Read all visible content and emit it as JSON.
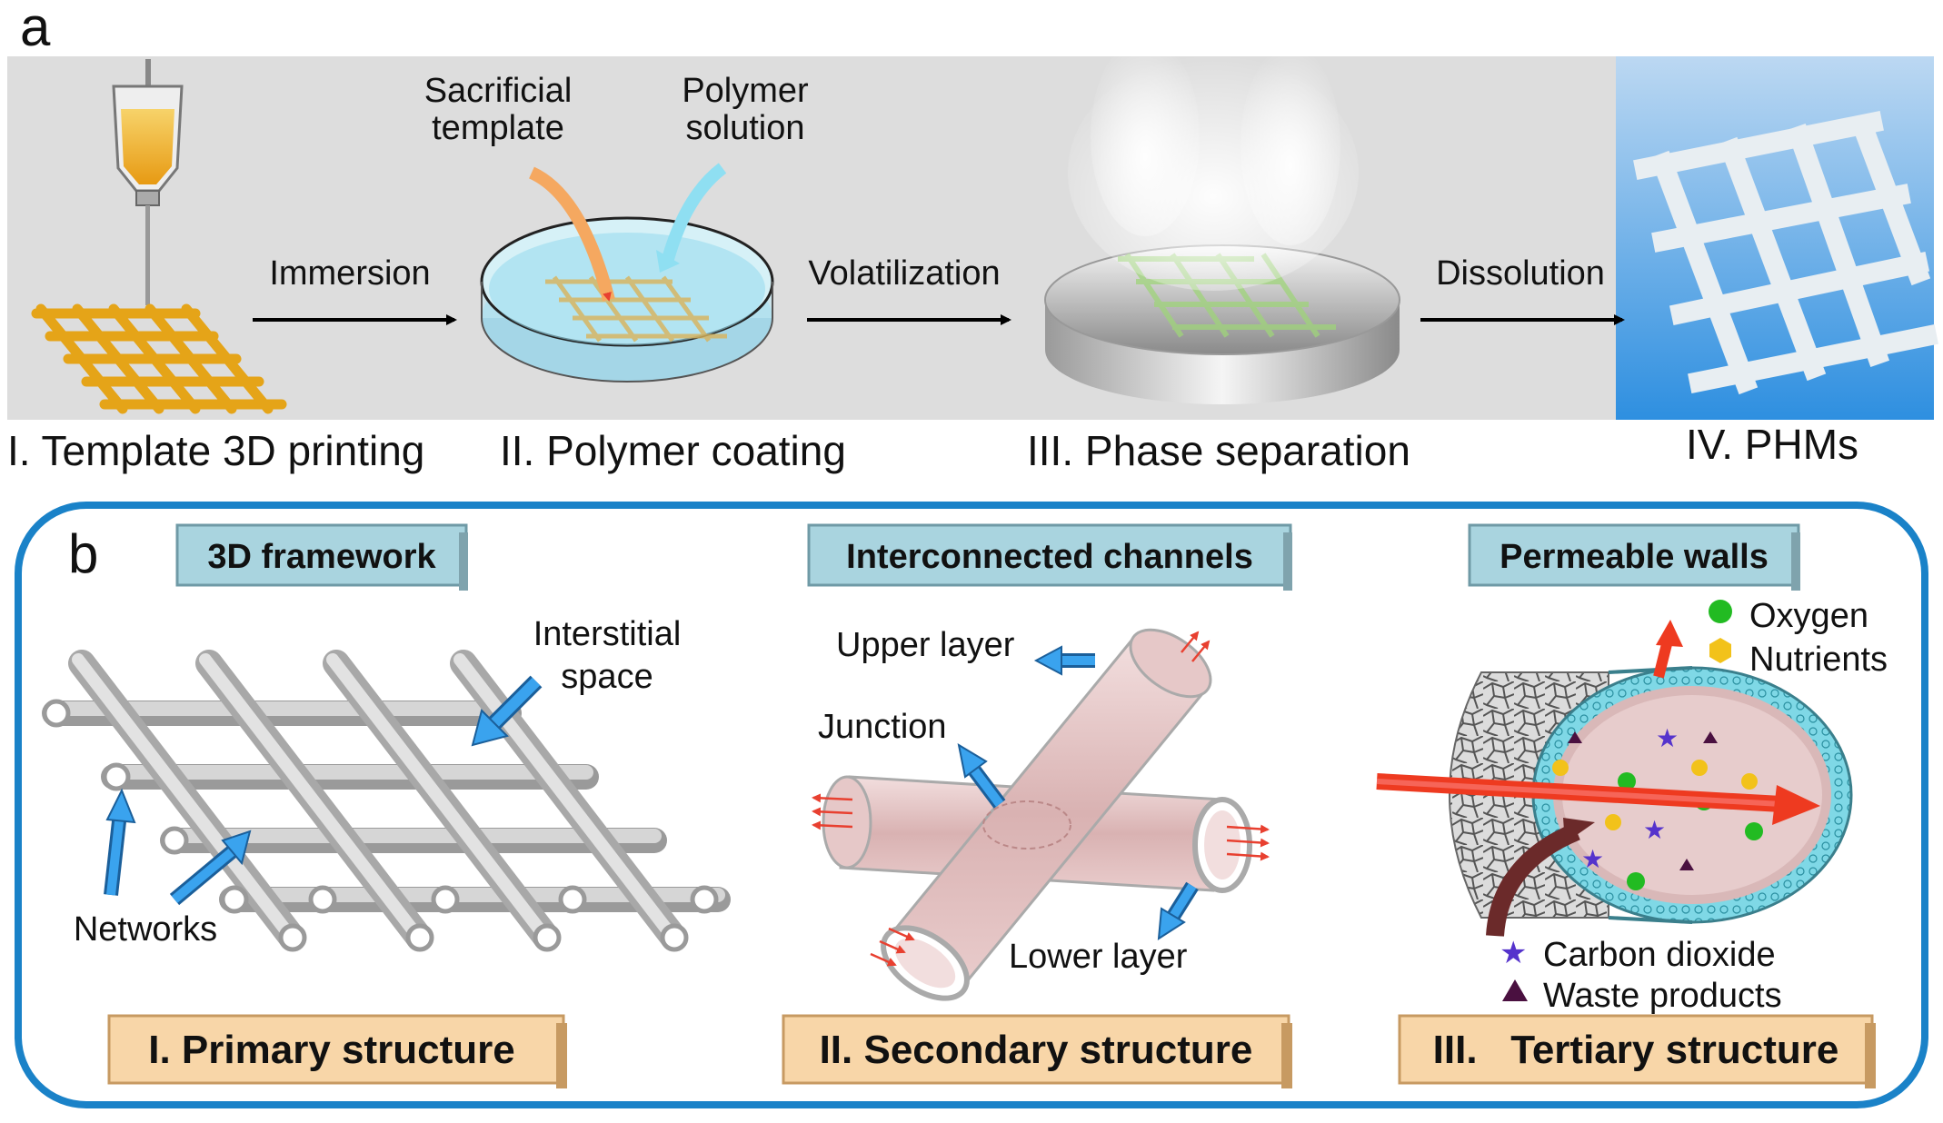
{
  "panel_a": {
    "letter": "a",
    "annotations": {
      "sacrificial": [
        "Sacrificial",
        "template"
      ],
      "polymer": [
        "Polymer",
        "solution"
      ]
    },
    "arrows": [
      "Immersion",
      "Volatilization",
      "Dissolution"
    ],
    "steps": [
      "I. Template 3D printing",
      "II. Polymer coating",
      "III. Phase separation",
      "IV. PHMs"
    ]
  },
  "panel_b": {
    "letter": "b",
    "columns": [
      {
        "header": "3D framework",
        "footer": "I. Primary structure",
        "labels": {
          "interstitial": [
            "Interstitial",
            "space"
          ],
          "networks": "Networks"
        }
      },
      {
        "header": "Interconnected channels",
        "footer": "II. Secondary structure",
        "labels": {
          "upper": "Upper layer",
          "junction": "Junction",
          "lower": "Lower layer"
        }
      },
      {
        "header": "Permeable walls",
        "footer": "III.   Tertiary structure",
        "legend": [
          {
            "label": "Oxygen",
            "marker": "green-circle",
            "color": "#22bb22"
          },
          {
            "label": "Nutrients",
            "marker": "yellow-hexagon",
            "color": "#f2c21a"
          },
          {
            "label": "Carbon dioxide",
            "marker": "purple-star",
            "color": "#5533cc"
          },
          {
            "label": "Waste products",
            "marker": "dark-triangle",
            "color": "#4a1040"
          }
        ]
      }
    ]
  },
  "colors": {
    "border_blue": "#1a82c8",
    "header_fill": "#a9d4df",
    "footer_fill": "#f8d6a8",
    "arrow_blue": "#2f98e6",
    "gold": "#e5a418",
    "tube_gray": "#bcbcbc"
  }
}
